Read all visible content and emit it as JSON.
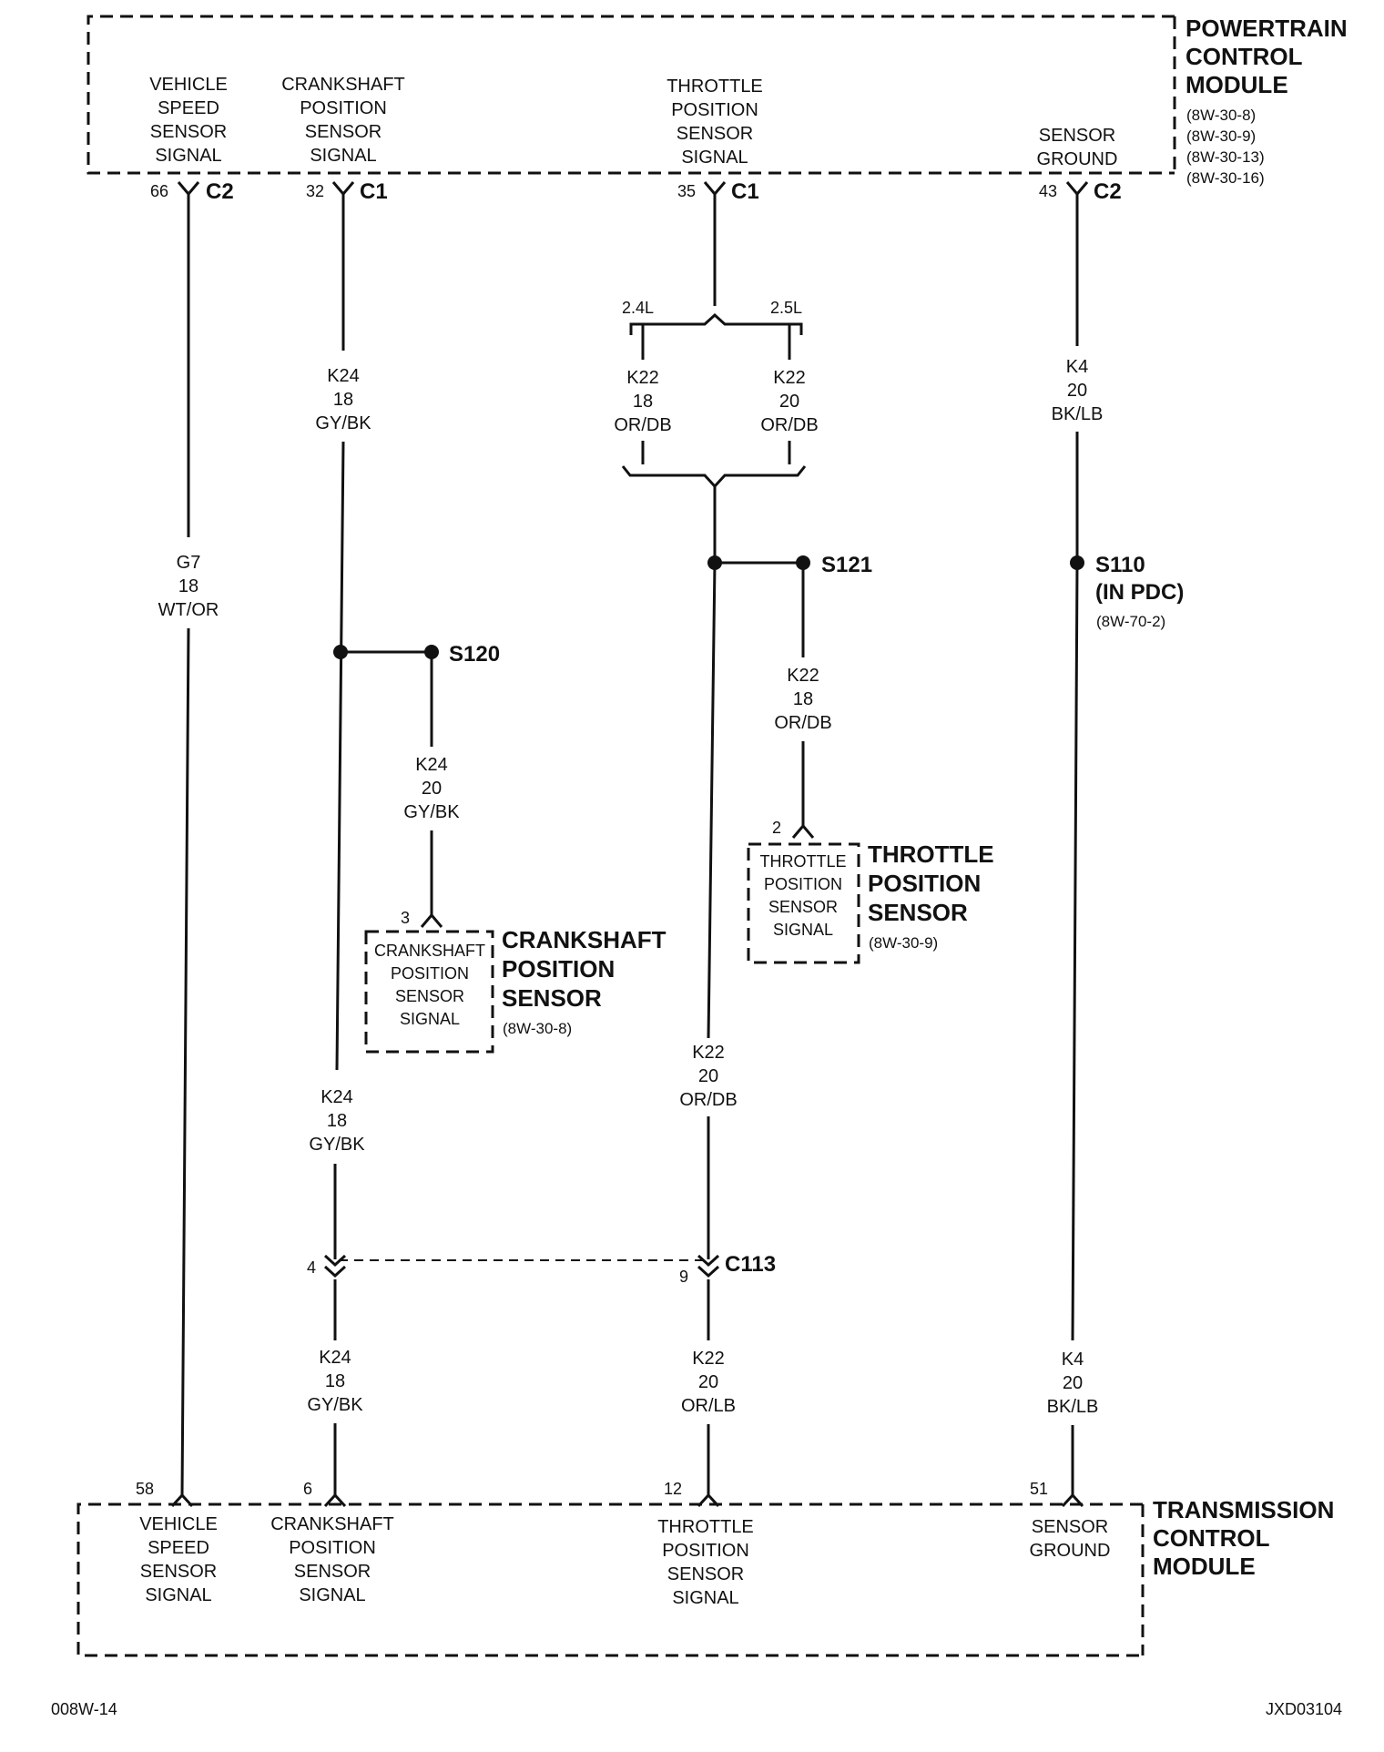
{
  "pcm": {
    "title": [
      "POWERTRAIN",
      "CONTROL",
      "MODULE"
    ],
    "refs": [
      "(8W-30-8)",
      "(8W-30-9)",
      "(8W-30-13)",
      "(8W-30-16)"
    ],
    "pins": [
      {
        "label": [
          "VEHICLE",
          "SPEED",
          "SENSOR",
          "SIGNAL"
        ],
        "pin": "66",
        "connector": "C2"
      },
      {
        "label": [
          "CRANKSHAFT",
          "POSITION",
          "SENSOR",
          "SIGNAL"
        ],
        "pin": "32",
        "connector": "C1"
      },
      {
        "label": [
          "THROTTLE",
          "POSITION",
          "SENSOR",
          "SIGNAL"
        ],
        "pin": "35",
        "connector": "C1"
      },
      {
        "label": [
          "SENSOR",
          "GROUND"
        ],
        "pin": "43",
        "connector": "C2"
      }
    ]
  },
  "tcm": {
    "title": [
      "TRANSMISSION",
      "CONTROL",
      "MODULE"
    ],
    "pins": [
      {
        "label": [
          "VEHICLE",
          "SPEED",
          "SENSOR",
          "SIGNAL"
        ],
        "pin": "58"
      },
      {
        "label": [
          "CRANKSHAFT",
          "POSITION",
          "SENSOR",
          "SIGNAL"
        ],
        "pin": "6"
      },
      {
        "label": [
          "THROTTLE",
          "POSITION",
          "SENSOR",
          "SIGNAL"
        ],
        "pin": "12"
      },
      {
        "label": [
          "SENSOR",
          "GROUND"
        ],
        "pin": "51"
      }
    ]
  },
  "wires": {
    "vss": [
      "G7",
      "18",
      "WT/OR"
    ],
    "ckp_upper": [
      "K24",
      "18",
      "GY/BK"
    ],
    "ckp_branch": [
      "K24",
      "20",
      "GY/BK"
    ],
    "ckp_lower": [
      "K24",
      "18",
      "GY/BK"
    ],
    "ckp_bottom": [
      "K24",
      "18",
      "GY/BK"
    ],
    "tps_24": [
      "K22",
      "18",
      "OR/DB"
    ],
    "tps_25": [
      "K22",
      "20",
      "OR/DB"
    ],
    "tps_branch": [
      "K22",
      "18",
      "OR/DB"
    ],
    "tps_lower": [
      "K22",
      "20",
      "OR/DB"
    ],
    "tps_bottom": [
      "K22",
      "20",
      "OR/LB"
    ],
    "gnd_upper": [
      "K4",
      "20",
      "BK/LB"
    ],
    "gnd_lower": [
      "K4",
      "20",
      "BK/LB"
    ]
  },
  "engine_options": {
    "left": "2.4L",
    "right": "2.5L"
  },
  "splices": {
    "s120": {
      "label": "S120"
    },
    "s121": {
      "label": "S121"
    },
    "s110": {
      "label": [
        "S110",
        "(IN PDC)"
      ],
      "ref": "(8W-70-2)"
    }
  },
  "ckp_sensor": {
    "pin": "3",
    "label": [
      "CRANKSHAFT",
      "POSITION",
      "SENSOR",
      "SIGNAL"
    ],
    "title": [
      "CRANKSHAFT",
      "POSITION",
      "SENSOR"
    ],
    "ref": "(8W-30-8)"
  },
  "tps_sensor": {
    "pin": "2",
    "label": [
      "THROTTLE",
      "POSITION",
      "SENSOR",
      "SIGNAL"
    ],
    "title": [
      "THROTTLE",
      "POSITION",
      "SENSOR"
    ],
    "ref": "(8W-30-9)"
  },
  "c113": {
    "label": "C113",
    "pin_left": "4",
    "pin_right": "9"
  },
  "footer": {
    "left": "008W-14",
    "right": "JXD03104"
  }
}
